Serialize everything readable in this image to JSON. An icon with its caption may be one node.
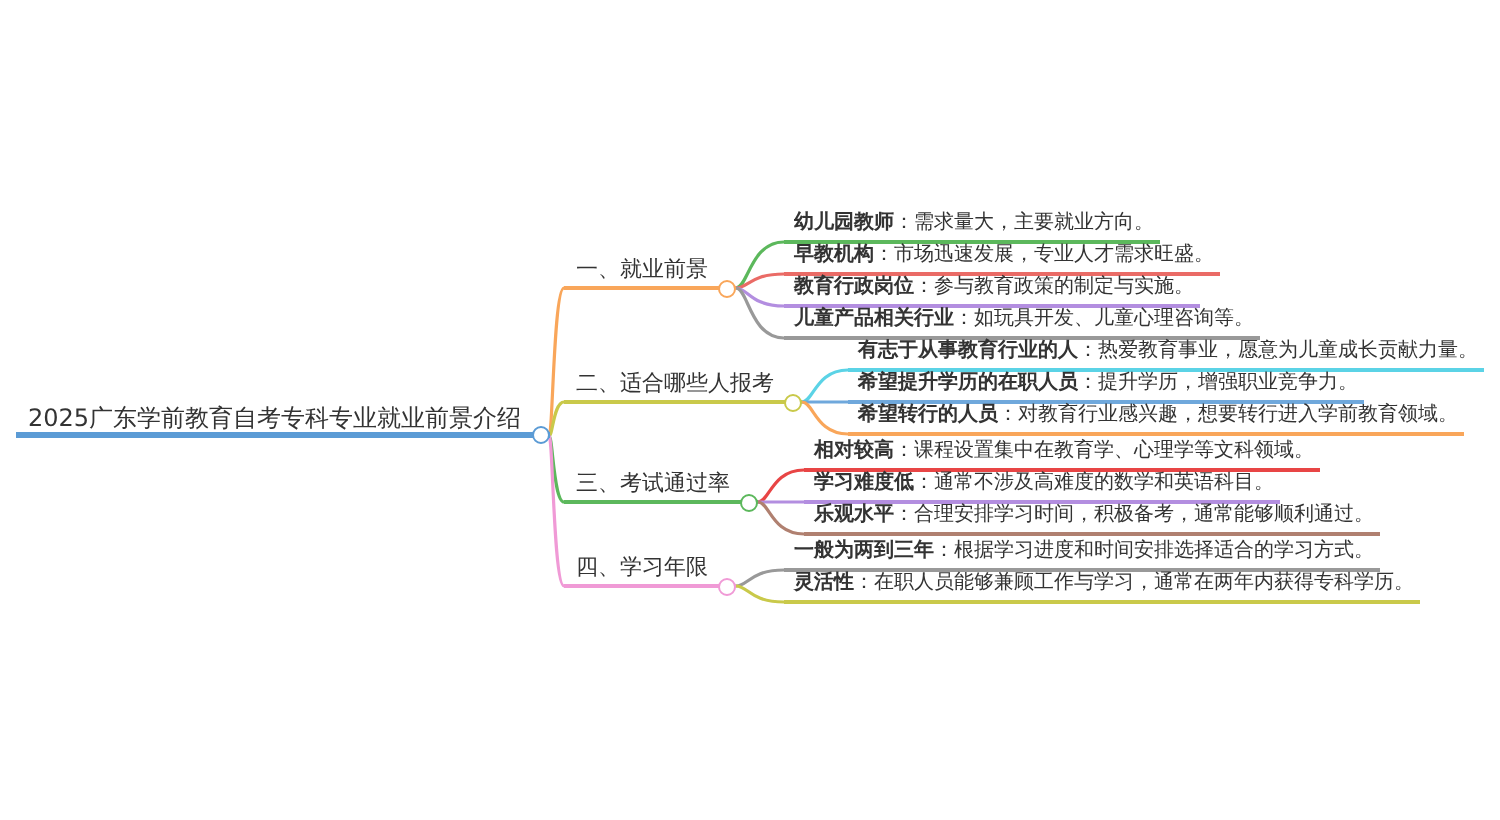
{
  "diagram": {
    "nodes": [
      {
        "text": [
          "2025广东学前教育自考专科专业就业前景介绍"
        ]
      },
      {
        "text": [
          "一、就业前景"
        ]
      },
      {
        "text": [
          "**幼儿园教师**：需求量大，主要就业方向。"
        ]
      },
      {
        "text": [
          "**早教机构**：市场迅速发展，专业人才需求旺盛。"
        ]
      },
      {
        "text": [
          "**教育行政岗位**：参与教育政策的制定与实施。"
        ]
      },
      {
        "text": [
          "**儿童产品相关行业**：如玩具开发、儿童心理咨询等。"
        ]
      },
      {
        "text": [
          "二、适合哪些人报考"
        ]
      },
      {
        "text": [
          "**有志于从事教育行业的人**：热爱教育事业，愿意为儿童成长贡献力量。"
        ]
      },
      {
        "text": [
          "**希望提升学历的在职人员**：提升学历，增强职业竞争力。"
        ]
      },
      {
        "text": [
          "**希望转行的人员**：对教育行业感兴趣，想要转行进入学前教育领域。"
        ]
      },
      {
        "text": [
          "三、考试通过率"
        ]
      },
      {
        "text": [
          "**相对较高**：课程设置集中在教育学、心理学等文科领域。"
        ]
      },
      {
        "text": [
          "**学习难度低**：通常不涉及高难度的数学和英语科目。"
        ]
      },
      {
        "text": [
          "**乐观水平**：合理安排学习时间，积极备考，通常能够顺利通过。"
        ]
      },
      {
        "text": [
          "四、学习年限"
        ]
      },
      {
        "text": [
          "**一般为两到三年**：根据学习进度和时间安排选择适合的学习方式。"
        ]
      },
      {
        "text": [
          "**灵活性**：在职人员能够兼顾工作与学习，通常在两年内获得专科学历。"
        ]
      }
    ],
    "edges": [
      {
        "from": 0,
        "to": 1,
        "arrow": "none",
        "color": "#f9a65a"
      },
      {
        "from": 1,
        "to": 2,
        "arrow": "none",
        "color": "#5cb85c"
      },
      {
        "from": 1,
        "to": 3,
        "arrow": "none",
        "color": "#ea6b66"
      },
      {
        "from": 1,
        "to": 4,
        "arrow": "none",
        "color": "#b38ee0"
      },
      {
        "from": 1,
        "to": 5,
        "arrow": "none",
        "color": "#999999"
      },
      {
        "from": 0,
        "to": 6,
        "arrow": "none",
        "color": "#c9c94a"
      },
      {
        "from": 6,
        "to": 7,
        "arrow": "none",
        "color": "#5bd3e6"
      },
      {
        "from": 6,
        "to": 8,
        "arrow": "none",
        "color": "#6fa8dc"
      },
      {
        "from": 6,
        "to": 9,
        "arrow": "none",
        "color": "#f9a65a"
      },
      {
        "from": 0,
        "to": 10,
        "arrow": "none",
        "color": "#5cb85c"
      },
      {
        "from": 10,
        "to": 11,
        "arrow": "none",
        "color": "#e84545"
      },
      {
        "from": 10,
        "to": 12,
        "arrow": "none",
        "color": "#b38ee0"
      },
      {
        "from": 10,
        "to": 13,
        "arrow": "none",
        "color": "#b08070"
      },
      {
        "from": 0,
        "to": 14,
        "arrow": "none",
        "color": "#f09ad6"
      },
      {
        "from": 14,
        "to": 15,
        "arrow": "none",
        "color": "#999999"
      },
      {
        "from": 14,
        "to": 16,
        "arrow": "none",
        "color": "#c9c94a"
      }
    ]
  }
}
